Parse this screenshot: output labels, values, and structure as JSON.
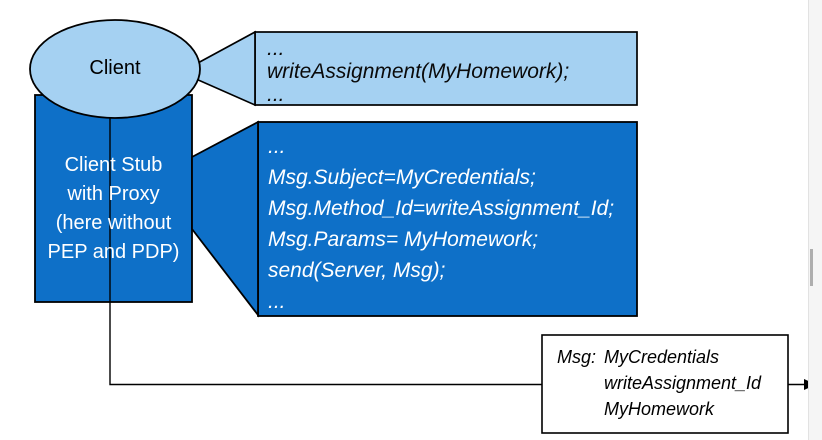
{
  "colors": {
    "light_blue": "#a5d1f2",
    "dark_blue": "#0e70c8",
    "outline": "#000000"
  },
  "diagram": {
    "client": {
      "label": "Client"
    },
    "client_stub": {
      "lines": [
        "Client Stub",
        "with Proxy",
        "(here without",
        "PEP and PDP)"
      ]
    },
    "call_callout": {
      "lines": [
        "...",
        "writeAssignment(MyHomework);",
        "..."
      ]
    },
    "stub_callout": {
      "lines": [
        "...",
        "Msg.Subject=MyCredentials;",
        "Msg.Method_Id=writeAssignment_Id;",
        "Msg.Params= MyHomework;",
        "send(Server, Msg);",
        "..."
      ]
    },
    "message_box": {
      "label": "Msg:",
      "values": [
        "MyCredentials",
        "writeAssignment_Id",
        "MyHomework"
      ]
    }
  }
}
